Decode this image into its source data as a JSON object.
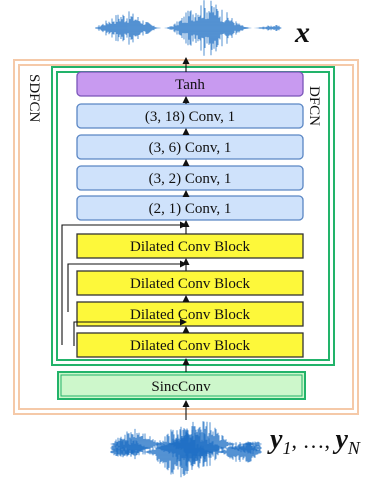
{
  "output_label": "x",
  "input_label": {
    "y": "y",
    "sub1": "1",
    "sep": ", …, ",
    "subN": "N"
  },
  "outer_label": "SDFCN",
  "inner_label": "DFCN",
  "blocks": [
    {
      "label": "Tanh",
      "kind": "activation"
    },
    {
      "label": "(3, 18) Conv, 1",
      "kind": "conv"
    },
    {
      "label": "(3, 6) Conv, 1",
      "kind": "conv"
    },
    {
      "label": "(3, 2) Conv, 1",
      "kind": "conv"
    },
    {
      "label": "(2, 1) Conv, 1",
      "kind": "conv"
    },
    {
      "label": "Dilated Conv Block",
      "kind": "dilated"
    },
    {
      "label": "Dilated Conv Block",
      "kind": "dilated"
    },
    {
      "label": "Dilated Conv Block",
      "kind": "dilated"
    },
    {
      "label": "Dilated Conv Block",
      "kind": "dilated"
    }
  ],
  "sinc_label": "SincConv",
  "colors": {
    "activation_fill": "#c89af0",
    "conv_fill": "#cfe2fb",
    "dilated_fill": "#fdf83a",
    "sinc_fill": "#cdf7cb",
    "outer_border": "#f5c9a8",
    "inner_border": "#22b36a",
    "waveform": "#1f6fc5"
  }
}
